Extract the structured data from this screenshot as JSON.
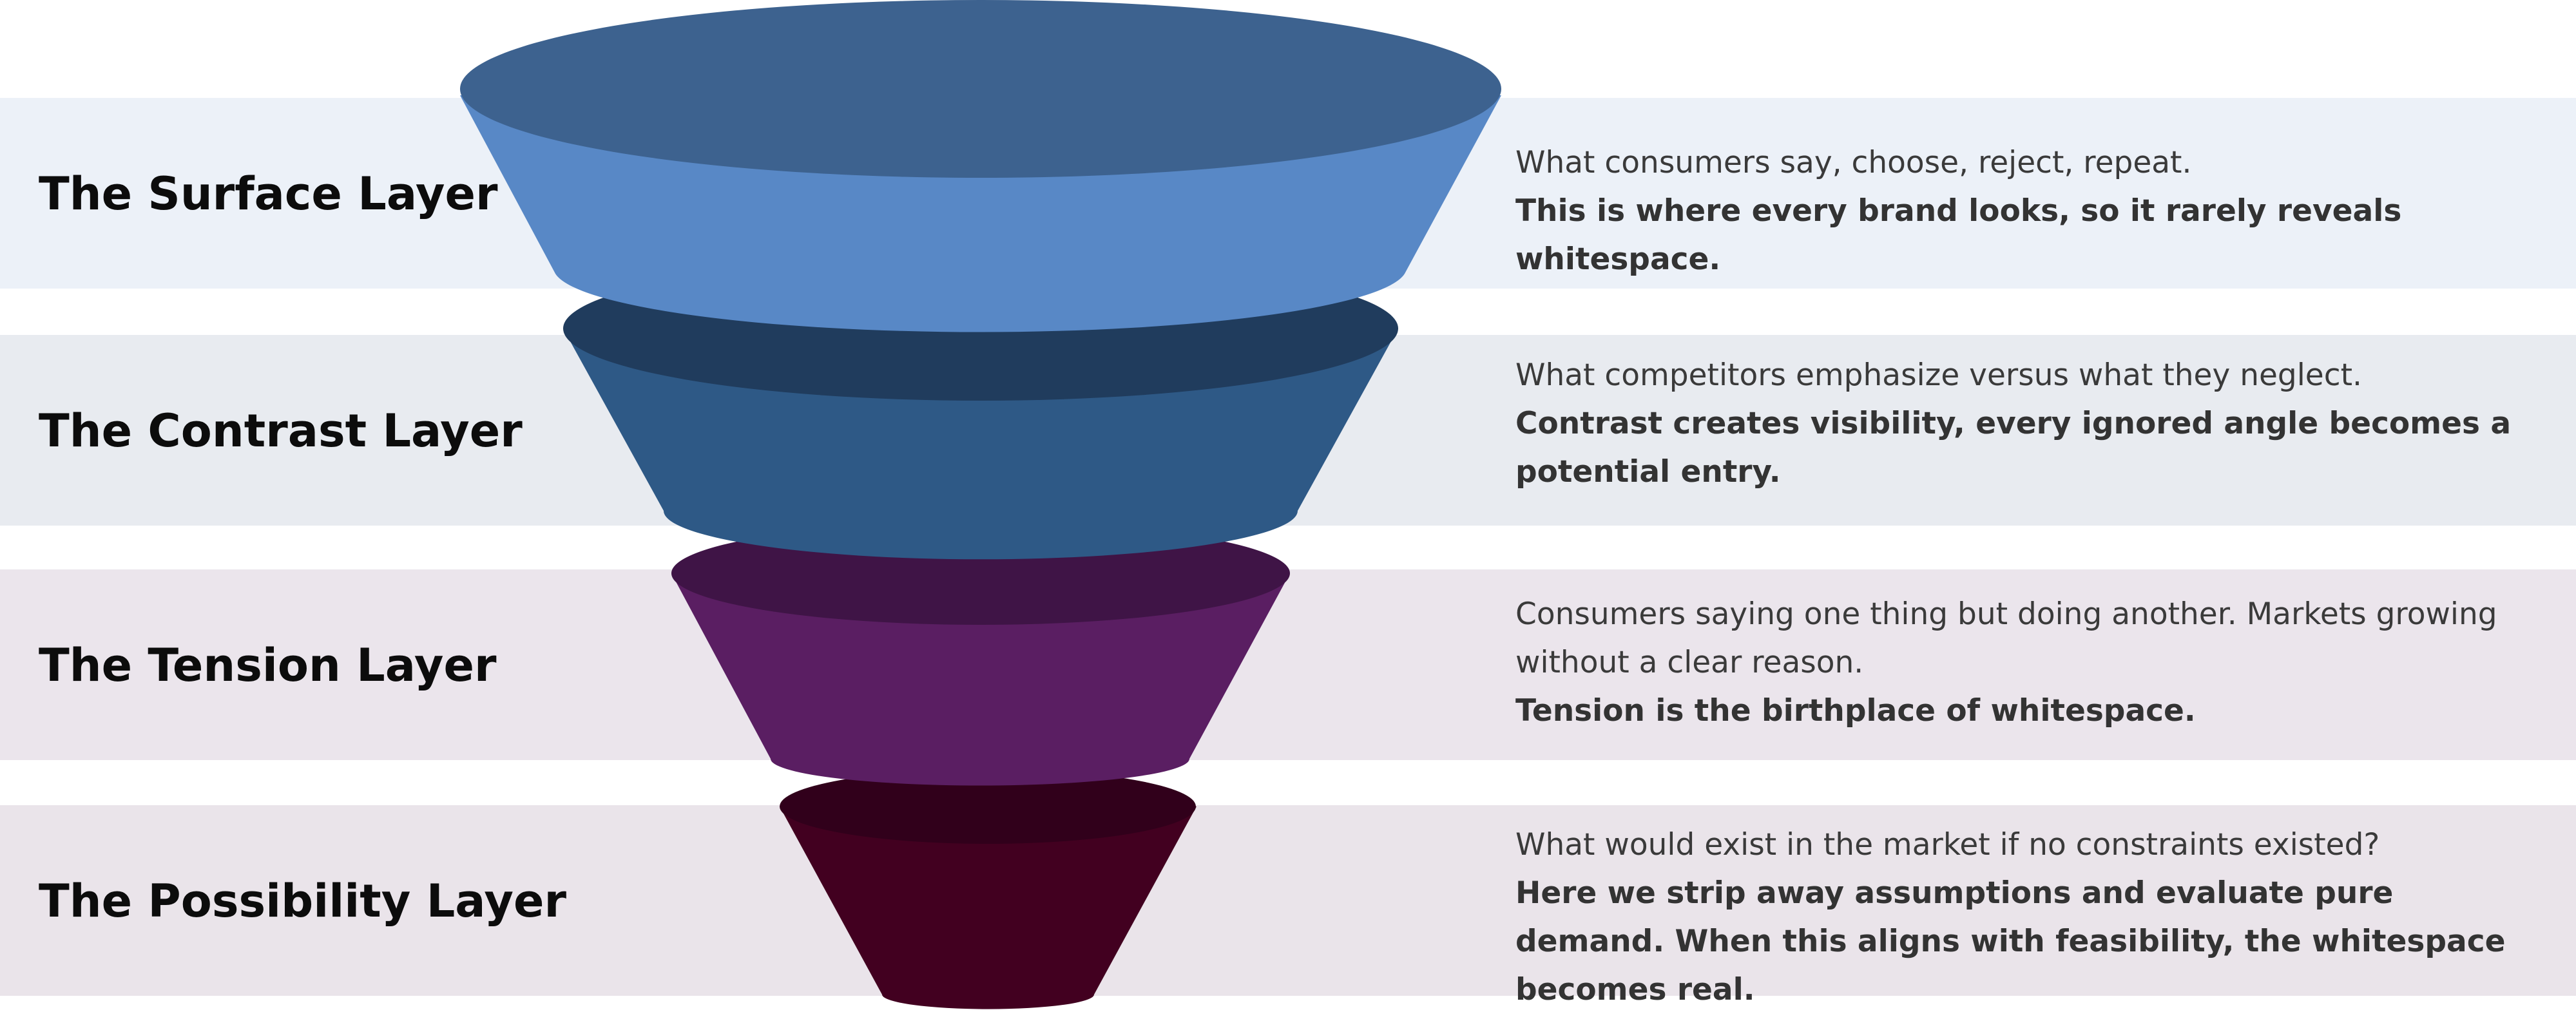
{
  "layers": [
    {
      "title": "The Surface Layer",
      "description": "What consumers say, choose, reject, repeat.",
      "emphasis": "This is where every brand looks, so it rarely reveals whitespace.",
      "color": "#5888c6"
    },
    {
      "title": "The Contrast Layer",
      "description": "What competitors emphasize versus what they neglect.",
      "emphasis": "Contrast creates visibility, every ignored angle becomes a potential entry.",
      "color": "#2e5986"
    },
    {
      "title": "The Tension Layer",
      "description": "Consumers saying one thing but doing another. Markets growing without a clear reason.",
      "emphasis": "Tension is the birthplace of whitespace.",
      "color": "#5a1e62"
    },
    {
      "title": "The Possibility Layer",
      "description": "What would exist in the market if no constraints existed?",
      "emphasis": "Here we strip away assumptions and evaluate pure demand.  When this aligns with feasibility, the whitespace becomes real.",
      "color": "#420020"
    }
  ]
}
